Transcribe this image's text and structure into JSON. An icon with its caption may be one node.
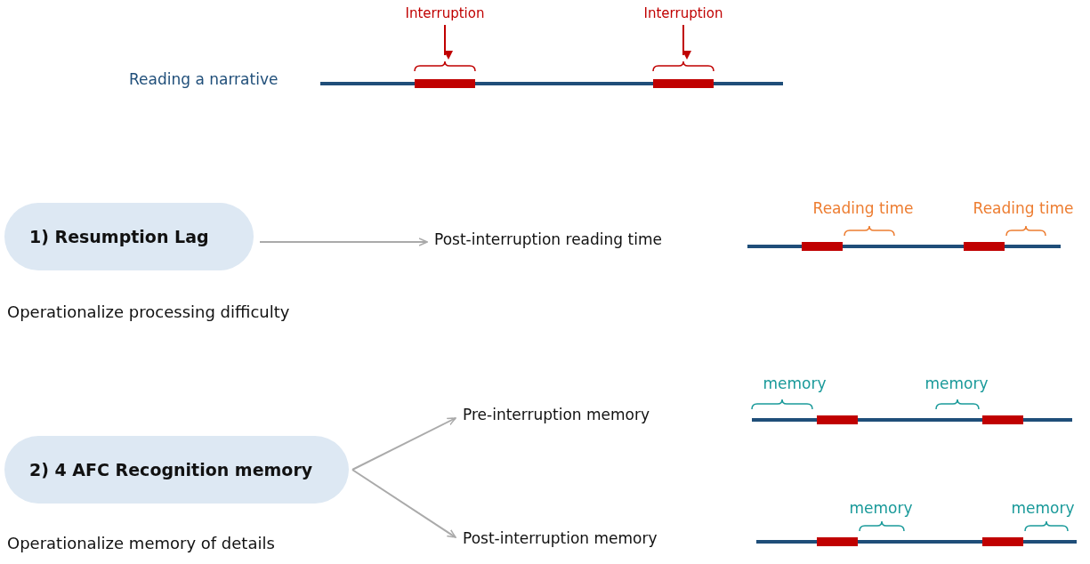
{
  "diagram": {
    "nodes": [
      {
        "text": [
          "1) Resumption Lag"
        ]
      },
      {
        "text": [
          "Post-interruption reading time"
        ]
      },
      {
        "text": [
          "2) 4 AFC Recognition memory"
        ]
      },
      {
        "text": [
          "Pre-interruption memory"
        ]
      },
      {
        "text": [
          "Post-interruption memory"
        ]
      }
    ],
    "edges": [
      {
        "from": 0,
        "to": 1,
        "arrow": "to"
      },
      {
        "from": 2,
        "to": 3,
        "arrow": "to"
      },
      {
        "from": 2,
        "to": 4,
        "arrow": "to"
      }
    ],
    "labels": [
      "Interruption",
      "Interruption",
      "Reading a narrative",
      "Reading time",
      "Reading time",
      "Operationalize processing difficulty",
      "memory",
      "memory",
      "memory",
      "memory",
      "Operationalize memory of details"
    ]
  }
}
